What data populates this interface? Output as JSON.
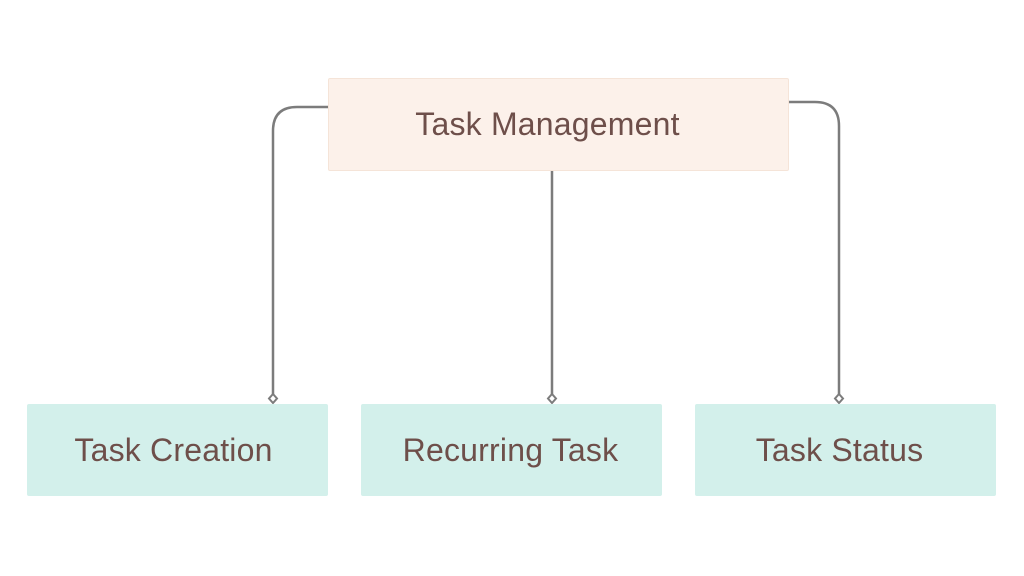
{
  "diagram": {
    "root": {
      "label": "Task Management"
    },
    "children": [
      {
        "label": "Task Creation"
      },
      {
        "label": "Recurring Task"
      },
      {
        "label": "Task Status"
      }
    ]
  },
  "colors": {
    "root_fill": "#fcf1ea",
    "child_fill": "#d3f0eb",
    "connector": "#7c7c7c",
    "text": "#6e4f4a"
  }
}
